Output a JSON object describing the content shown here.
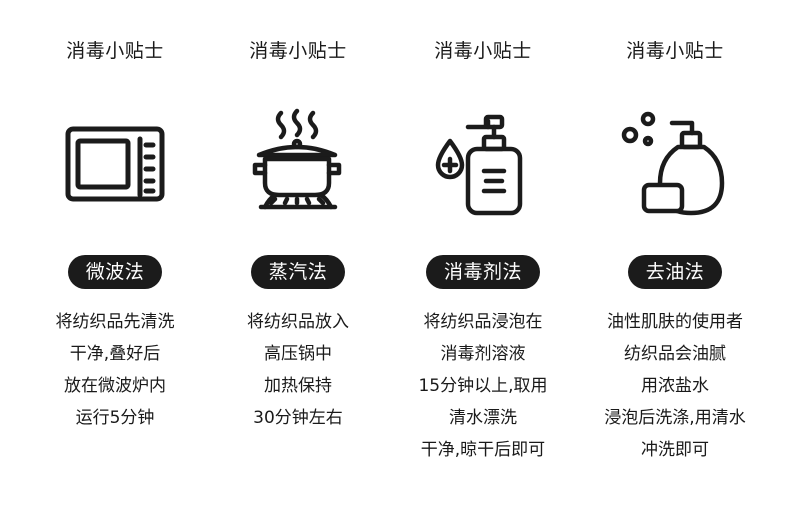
{
  "columns": [
    {
      "title": "消毒小贴士",
      "icon": "microwave-icon",
      "method": "微波法",
      "lines": [
        "将纺织品先清洗",
        "干净,叠好后",
        "放在微波炉内",
        "运行5分钟"
      ]
    },
    {
      "title": "消毒小贴士",
      "icon": "steam-pot-icon",
      "method": "蒸汽法",
      "lines": [
        "将纺织品放入",
        "高压锅中",
        "加热保持",
        "30分钟左右"
      ]
    },
    {
      "title": "消毒小贴士",
      "icon": "disinfectant-bottle-icon",
      "method": "消毒剂法",
      "lines": [
        "将纺织品浸泡在",
        "消毒剂溶液",
        "15分钟以上,取用",
        "清水漂洗",
        "干净,晾干后即可"
      ]
    },
    {
      "title": "消毒小贴士",
      "icon": "soap-bottle-icon",
      "method": "去油法",
      "lines": [
        "油性肌肤的使用者",
        "纺织品会油腻",
        "用浓盐水",
        "浸泡后洗涤,用清水",
        "冲洗即可"
      ]
    }
  ],
  "colors": {
    "ink": "#1b1b1b",
    "background": "#ffffff"
  }
}
